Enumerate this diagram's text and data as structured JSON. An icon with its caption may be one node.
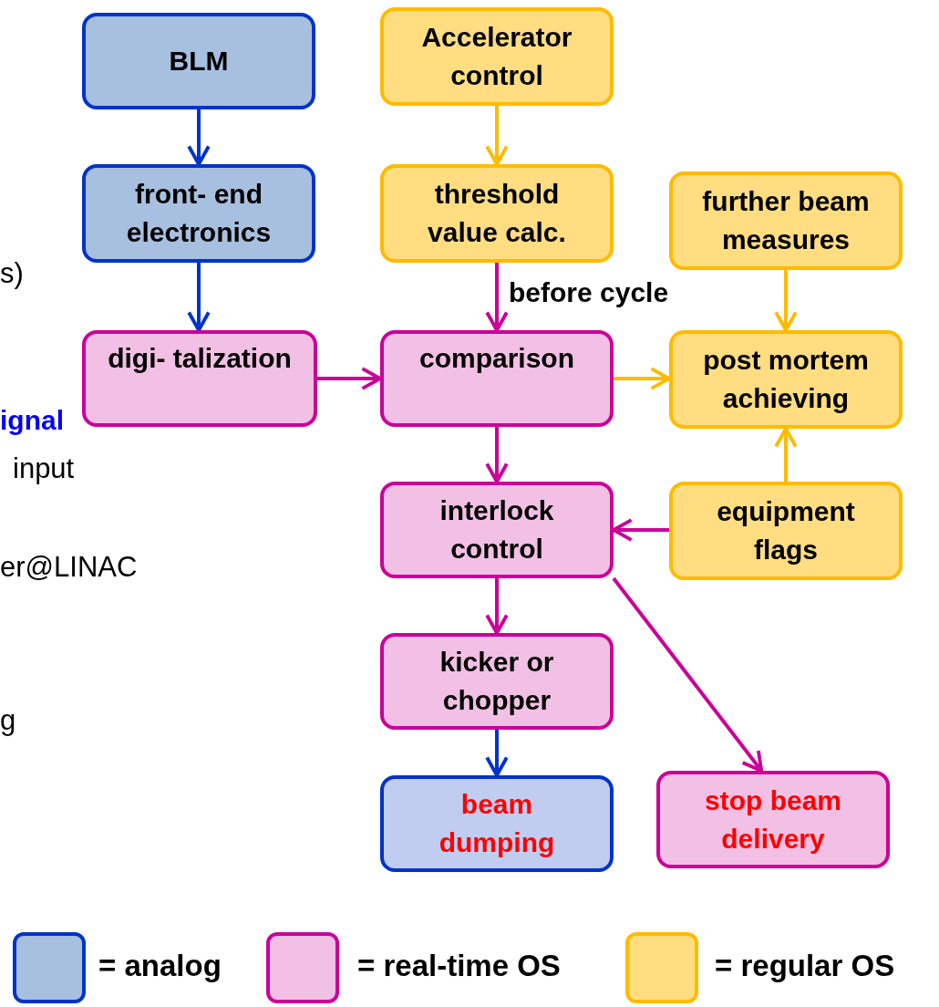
{
  "diagram": {
    "nodes": [
      {
        "text": [
          "BLM"
        ]
      },
      {
        "text": [
          "Accelerator control"
        ]
      },
      {
        "text": [
          "front- end electronics"
        ]
      },
      {
        "text": [
          "threshold value calc."
        ]
      },
      {
        "text": [
          "further beam measures"
        ]
      },
      {
        "text": [
          "digi- talization"
        ]
      },
      {
        "text": [
          "comparison"
        ]
      },
      {
        "text": [
          "post mortem achieving"
        ]
      },
      {
        "text": [
          "interlock control"
        ]
      },
      {
        "text": [
          "equipment flags"
        ]
      },
      {
        "text": [
          "kicker or chopper"
        ]
      },
      {
        "text": [
          "beam dumping"
        ]
      },
      {
        "text": [
          "stop beam delivery"
        ]
      }
    ],
    "edges": [
      {
        "from": 0,
        "to": 2,
        "arrow": "to",
        "color": "#0033cc"
      },
      {
        "from": 1,
        "to": 3,
        "arrow": "to",
        "color": "#ffbb00"
      },
      {
        "from": 2,
        "to": 5,
        "arrow": "to",
        "color": "#0033cc"
      },
      {
        "from": 3,
        "to": 6,
        "arrow": "to",
        "label": "before cycle"
      },
      {
        "from": 5,
        "to": 6,
        "arrow": "to"
      },
      {
        "from": 4,
        "to": 7,
        "arrow": "to",
        "color": "#ffbb00"
      },
      {
        "from": 6,
        "to": 7,
        "arrow": "to",
        "color": "#ffbb00"
      },
      {
        "from": 9,
        "to": 7,
        "arrow": "to",
        "color": "#ffbb00"
      },
      {
        "from": 6,
        "to": 8,
        "arrow": "to"
      },
      {
        "from": 9,
        "to": 8,
        "arrow": "to"
      },
      {
        "from": 8,
        "to": 10,
        "arrow": "to"
      },
      {
        "from": 8,
        "to": 12,
        "arrow": "to"
      },
      {
        "from": 10,
        "to": 11,
        "arrow": "to",
        "color": "#0033cc"
      }
    ],
    "labels": [
      "s)",
      "ignal",
      "input",
      "er@LINAC",
      "g"
    ],
    "legend": [
      {
        "text": "= analog",
        "color": "#a8c0e0"
      },
      {
        "text": "= real-time OS",
        "color": "#f2c0e4"
      },
      {
        "text": "= regular OS",
        "color": "#ffdd80"
      }
    ]
  }
}
